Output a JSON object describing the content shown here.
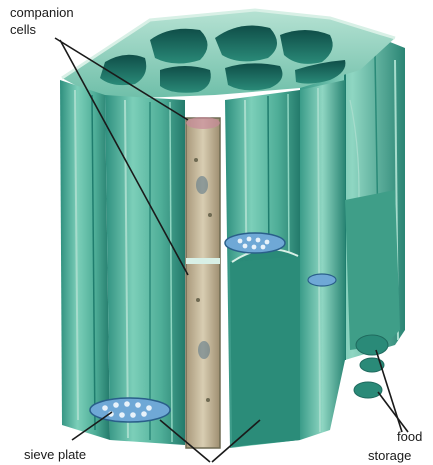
{
  "labels": {
    "companion_cells_line1": "companion",
    "companion_cells_line2": "cells",
    "sieve_plate": "sieve plate",
    "food_storage_line1": "food",
    "food_storage_line2": "storage"
  },
  "colors": {
    "tube_base": "#4fae98",
    "tube_light": "#8fd6c2",
    "tube_dark": "#1f7d6e",
    "top_face": "#9fd3c2",
    "cavity": "#1d6b63",
    "companion_cell": "#c9b99a",
    "companion_cell_edge": "#6f6a52",
    "sieve_plate_blue": "#6fa8d6",
    "leader_line": "#1a1a1a"
  }
}
